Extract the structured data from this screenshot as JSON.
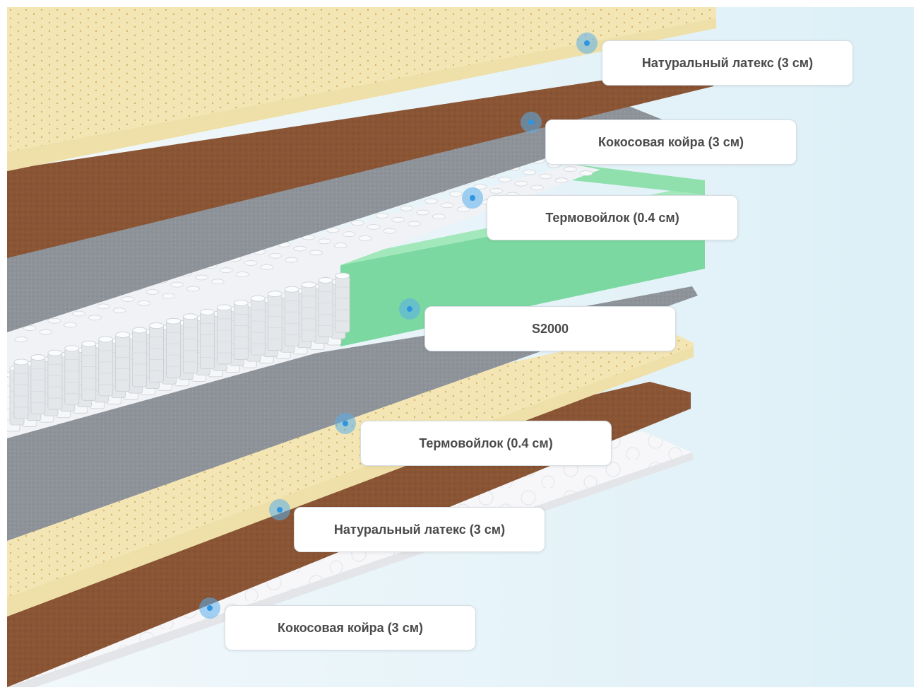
{
  "layers": [
    {
      "label": "Натуральный латекс (3 см)"
    },
    {
      "label": "Кокосовая койра (3 см)"
    },
    {
      "label": "Термовойлок (0.4 см)"
    },
    {
      "label": "S2000"
    },
    {
      "label": "Термовойлок (0.4 см)"
    },
    {
      "label": "Натуральный латекс (3 см)"
    },
    {
      "label": "Кокосовая койра (3 см)"
    }
  ],
  "colors": {
    "latex": "#f4e6b4",
    "coir": "#8a5535",
    "felt": "#8e939a",
    "foam": "#7bd8a0",
    "springs": "#eef0f3",
    "cover": "#f7f7f9",
    "background": "#e6f4f9",
    "marker": "#2f95e0"
  },
  "icons": {
    "marker": "dot-marker-icon"
  }
}
